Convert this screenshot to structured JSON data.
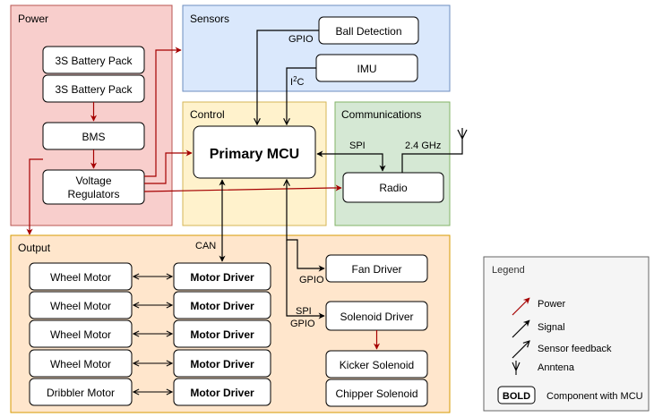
{
  "regions": {
    "power": "Power",
    "sensors": "Sensors",
    "control": "Control",
    "communications": "Communications",
    "output": "Output"
  },
  "blocks": {
    "battery1": "3S Battery Pack",
    "battery2": "3S Battery Pack",
    "bms": "BMS",
    "vreg_line1": "Voltage",
    "vreg_line2": "Regulators",
    "ball_detection": "Ball Detection",
    "imu": "IMU",
    "primary_mcu": "Primary MCU",
    "radio": "Radio",
    "fan_driver": "Fan Driver",
    "solenoid_driver": "Solenoid Driver",
    "kicker_solenoid": "Kicker Solenoid",
    "chipper_solenoid": "Chipper Solenoid",
    "wheel_motor": "Wheel Motor",
    "dribbler_motor": "Dribbler Motor",
    "motor_driver": "Motor Driver"
  },
  "connection_labels": {
    "gpio_ball": "GPIO",
    "i2c_main": "I",
    "i2c_sup": "2",
    "i2c_end": "C",
    "spi_radio": "SPI",
    "rf_band": "2.4 GHz",
    "can": "CAN",
    "gpio_fan": "GPIO",
    "spi_solenoid": "SPI",
    "gpio_solenoid": "GPIO"
  },
  "legend": {
    "title": "Legend",
    "power": "Power",
    "signal": "Signal",
    "sensor": "Sensor feedback",
    "antenna": "Anntena",
    "bold_sample": "BOLD",
    "bold_desc": "Component with MCU"
  },
  "colors": {
    "power_fill": "#f8cecc",
    "power_stroke": "#b85450",
    "sensors_fill": "#dae8fc",
    "sensors_stroke": "#6c8ebf",
    "control_fill": "#fff2cc",
    "control_stroke": "#d6b656",
    "comms_fill": "#d5e8d4",
    "comms_stroke": "#82b366",
    "output_fill": "#ffe6cc",
    "output_stroke": "#d79b00",
    "power_arrow": "#a50000",
    "legend_fill": "#f5f5f5",
    "legend_stroke": "#666666"
  }
}
